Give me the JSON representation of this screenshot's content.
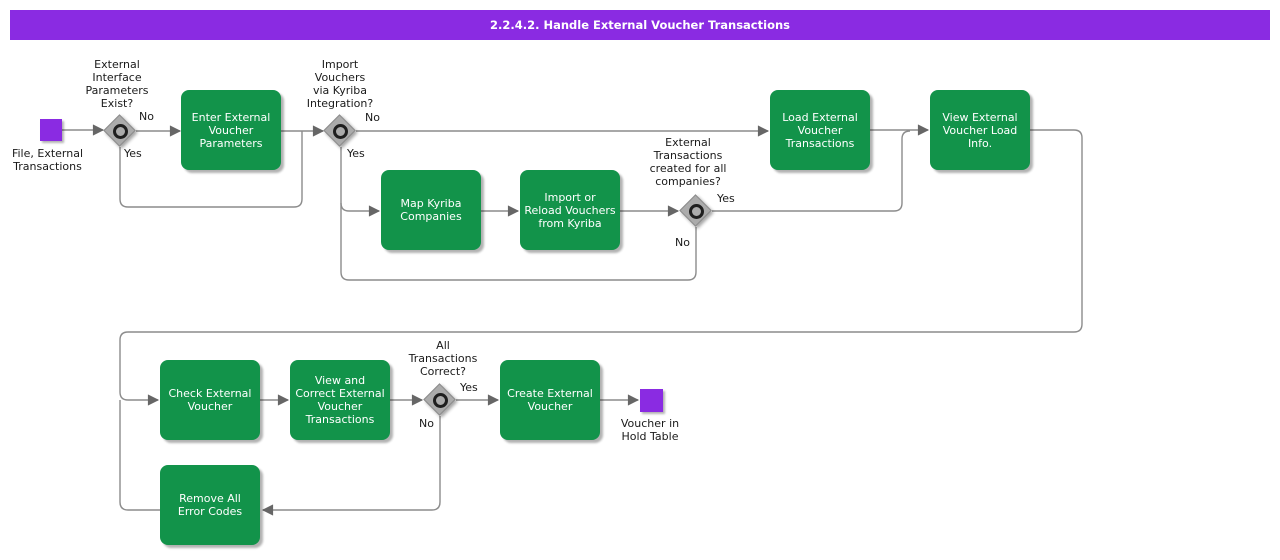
{
  "title_bar": {
    "text": "2.2.4.2. Handle External Voucher Transactions"
  },
  "colors": {
    "bar": "#8A2BE2",
    "task": "#12934A",
    "event": "#8A2BE2",
    "gateway": "#ABABAB",
    "gwborder": "#8A8A8A",
    "ring": "#1F1F1F",
    "line": "#8C8C8C",
    "arrow": "#666666",
    "textdark": "#1A1A1A",
    "textlight": "#FFFFFF"
  },
  "events": {
    "start": {
      "label": "File, External\nTransactions"
    },
    "end": {
      "label": "Voucher in\nHold Table"
    }
  },
  "tasks": [
    {
      "label": "Enter External\nVoucher\nParameters"
    },
    {
      "label": "Map Kyriba\nCompanies"
    },
    {
      "label": "Import or\nReload Vouchers\nfrom Kyriba"
    },
    {
      "label": "Load External\nVoucher\nTransactions"
    },
    {
      "label": "View External\nVoucher Load\nInfo."
    },
    {
      "label": "Check External\nVoucher"
    },
    {
      "label": "View and\nCorrect External\nVoucher\nTransactions"
    },
    {
      "label": "Create External\nVoucher"
    },
    {
      "label": "Remove All\nError Codes"
    }
  ],
  "gateways": [
    {
      "question": "External\nInterface\nParameters\nExist?",
      "yes_label": "Yes",
      "no_label": "No"
    },
    {
      "question": "Import\nVouchers\nvia Kyriba\nIntegration?",
      "yes_label": "Yes",
      "no_label": "No"
    },
    {
      "question": "External\nTransactions\ncreated for all\ncompanies?",
      "yes_label": "Yes",
      "no_label": "No"
    },
    {
      "question": "All\nTransactions\nCorrect?",
      "yes_label": "Yes",
      "no_label": "No"
    }
  ]
}
